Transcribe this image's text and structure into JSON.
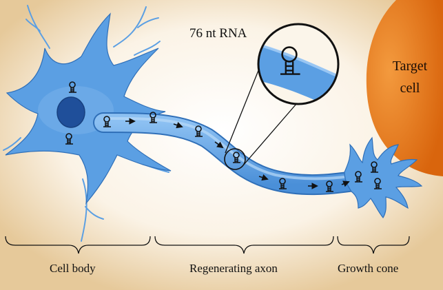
{
  "diagram": {
    "callout_label": "76 nt RNA",
    "target_cell_label": "Target cell",
    "sections": [
      {
        "label": "Cell body"
      },
      {
        "label": "Regenerating axon"
      },
      {
        "label": "Growth cone"
      }
    ],
    "colors": {
      "neuron": "#5b9fe3",
      "neuron_outline": "#2f6fb8",
      "nucleus": "#1f4f9a",
      "target_cell": "#ea7a1c",
      "glow": "#e2c89d",
      "background": "#ffffff"
    }
  }
}
